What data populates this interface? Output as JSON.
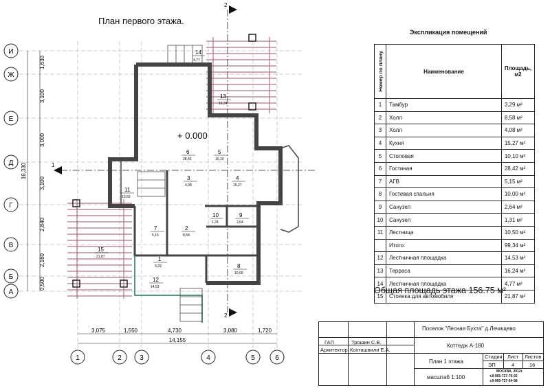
{
  "title": "План первого этажа.",
  "axes": {
    "letters": [
      "И",
      "Ж",
      "Е",
      "Д",
      "Г",
      "В",
      "Б",
      "А"
    ],
    "numbers_bottom": [
      "1",
      "2",
      "3",
      "4",
      "5",
      "6"
    ],
    "section_marks": [
      "1",
      "1",
      "2",
      "2"
    ],
    "vertical_dims": [
      "1,630",
      "3,100",
      "3,000",
      "3,100",
      "2,840",
      "2,160",
      "0,500"
    ],
    "vertical_total": "16,330",
    "horizontal_dims": [
      "3,075",
      "1,550",
      "4,730",
      "3,080",
      "1,720"
    ],
    "horizontal_total": "14,155"
  },
  "level_mark": "+ 0.000",
  "room_labels": [
    {
      "num": "14",
      "area": "4,77"
    },
    {
      "num": "13",
      "area": "16,24"
    },
    {
      "num": "6",
      "area": "28,42"
    },
    {
      "num": "5",
      "area": "10,10"
    },
    {
      "num": "11",
      "area": "10,50"
    },
    {
      "num": "3",
      "area": "4,08"
    },
    {
      "num": "4",
      "area": "15,27"
    },
    {
      "num": "7",
      "area": "5,15"
    },
    {
      "num": "2",
      "area": "8,58"
    },
    {
      "num": "10",
      "area": "1,31"
    },
    {
      "num": "9",
      "area": "2,64"
    },
    {
      "num": "15",
      "area": "21,87"
    },
    {
      "num": "1",
      "area": "3,29"
    },
    {
      "num": "12",
      "area": "14,53"
    },
    {
      "num": "8",
      "area": "10,00"
    }
  ],
  "explication": {
    "title": "Экспликация помещений",
    "col_num": "Номер по плану",
    "col_name": "Наименование",
    "col_area": "Площадь, м2",
    "rows": [
      {
        "num": "1",
        "name": "Тамбур",
        "area": "3,29 м²"
      },
      {
        "num": "2",
        "name": "Холл",
        "area": "8,58 м²"
      },
      {
        "num": "3",
        "name": "Холл",
        "area": "4,08 м²"
      },
      {
        "num": "4",
        "name": "Кухня",
        "area": "15,27 м²"
      },
      {
        "num": "5",
        "name": "Столовая",
        "area": "10,10 м²"
      },
      {
        "num": "6",
        "name": "Гостиная",
        "area": "28,42 м²"
      },
      {
        "num": "7",
        "name": "АГВ",
        "area": "5,15 м²"
      },
      {
        "num": "8",
        "name": "Гостевая спальня",
        "area": "10,00 м²"
      },
      {
        "num": "9",
        "name": "Санузел",
        "area": "2,64 м²"
      },
      {
        "num": "10",
        "name": "Санузел",
        "area": "1,31 м²"
      },
      {
        "num": "11",
        "name": "Лестница",
        "area": "10,50 м²"
      },
      {
        "num": "",
        "name": "Итого:",
        "area": "99,34 м²"
      },
      {
        "num": "12",
        "name": "Лестничная площадка",
        "area": "14,53 м²"
      },
      {
        "num": "13",
        "name": "Терраса",
        "area": "16,24 м²"
      },
      {
        "num": "14",
        "name": "Лестничная площадка",
        "area": "4,77 м²"
      },
      {
        "num": "15",
        "name": "Стоянка для автомобиля",
        "area": "21,87 м²"
      }
    ]
  },
  "total_area": "Общая площадь этажа 156.75 м²",
  "stamp": {
    "gap_label": "ГАП",
    "gap_name": "Трошин С.В.",
    "architect_label": "Архитектор",
    "architect_name": "Кохташвили Е.А.",
    "project": "Поселок \"Лесная Бухта\" д.Лечищево",
    "object": "Коттедж А-180",
    "sheet_title": "План 1 этажа",
    "stage_h": "Стадия",
    "sheet_h": "Лист",
    "sheets_h": "Листов",
    "stage": "ЭП",
    "sheet": "4",
    "sheets": "16",
    "scale": "масштаб 1:100",
    "city": "МОСКВА, 2012г.",
    "phone1": "т.8-965-727-76-92",
    "phone2": "т.8-965-727-64-98"
  }
}
